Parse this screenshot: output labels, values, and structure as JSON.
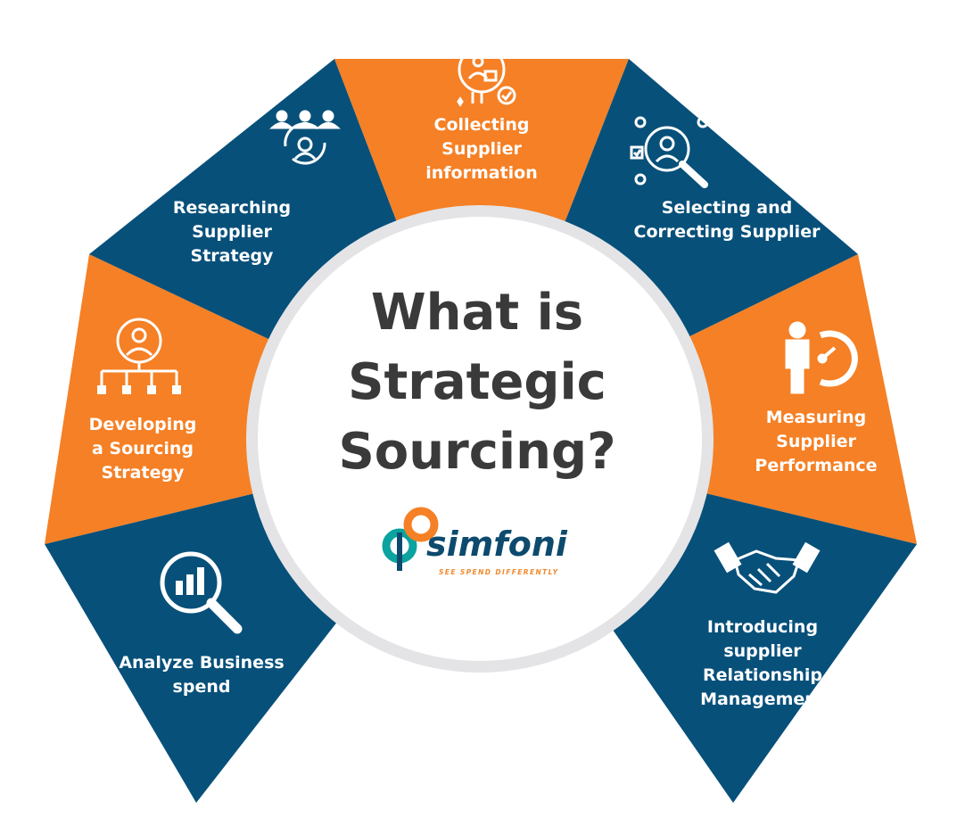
{
  "title_lines": [
    "What is",
    "Strategic",
    "Sourcing?"
  ],
  "logo": {
    "name": "simfoni",
    "tagline": "SEE SPEND DIFFERENTLY"
  },
  "colors": {
    "navy": "#07507a",
    "orange": "#f58025",
    "ring": "#e4e4e6",
    "title": "#3a3a3a"
  },
  "segments": [
    {
      "id": "analyze",
      "color": "navy",
      "icon": "magnifier-bar-chart-icon",
      "lines": [
        "Analyze Business",
        "spend"
      ]
    },
    {
      "id": "developing",
      "color": "orange",
      "icon": "person-org-chart-icon",
      "lines": [
        "Developing",
        "a Sourcing",
        "Strategy"
      ]
    },
    {
      "id": "researching",
      "color": "navy",
      "icon": "people-cycle-icon",
      "lines": [
        "Researching",
        "Supplier",
        "Strategy"
      ]
    },
    {
      "id": "collecting",
      "color": "orange",
      "icon": "supplier-check-icon",
      "lines": [
        "Collecting",
        "Supplier",
        "information"
      ]
    },
    {
      "id": "selecting",
      "color": "navy",
      "icon": "person-search-network-icon",
      "lines": [
        "Selecting and",
        "Correcting Supplier"
      ]
    },
    {
      "id": "measuring",
      "color": "orange",
      "icon": "person-gauge-icon",
      "lines": [
        "Measuring",
        "Supplier",
        "Performance"
      ]
    },
    {
      "id": "introducing",
      "color": "navy",
      "icon": "handshake-icon",
      "lines": [
        "Introducing",
        "supplier",
        "Relationship",
        "Management"
      ]
    }
  ]
}
